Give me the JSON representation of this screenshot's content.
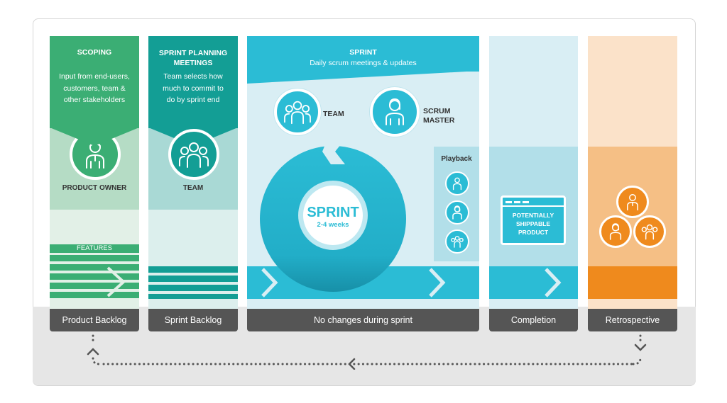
{
  "columns": {
    "scoping": {
      "title": "SCOPING",
      "desc": [
        "Input from end-users,",
        "customers, team &",
        "other stakeholders"
      ],
      "role": "PRODUCT OWNER",
      "features": "FEATURES",
      "footer": "Product Backlog"
    },
    "planning": {
      "title": [
        "SPRINT PLANNING",
        "MEETINGS"
      ],
      "desc": [
        "Team selects how",
        "much to commit to",
        "do by sprint end"
      ],
      "role": "TEAM",
      "footer": "Sprint Backlog"
    },
    "sprint": {
      "title": "SPRINT",
      "subtitle": "Daily scrum meetings & updates",
      "team_label": "TEAM",
      "scrum_master": [
        "SCRUM",
        "MASTER"
      ],
      "cycle_title": "SPRINT",
      "cycle_duration": "2-4 weeks",
      "playback": "Playback",
      "footer": "No changes during sprint"
    },
    "completion": {
      "product": [
        "POTENTIALLY",
        "SHIPPABLE",
        "PRODUCT"
      ],
      "footer": "Completion"
    },
    "retrospective": {
      "footer": "Retrospective"
    }
  },
  "colors": {
    "green_dark": "#3bae74",
    "green_light": "#b5dcc5",
    "teal_dark": "#139e95",
    "teal_light": "#a9d9d5",
    "cyan": "#2bbcd5",
    "cyan_light": "#d9eef4",
    "orange": "#f29a32",
    "orange_light": "#fbe2c9",
    "footer": "#555555"
  },
  "icons": [
    "person-icon",
    "group-icon",
    "woman-icon",
    "browser-window-icon",
    "dotted-return-arrow"
  ]
}
